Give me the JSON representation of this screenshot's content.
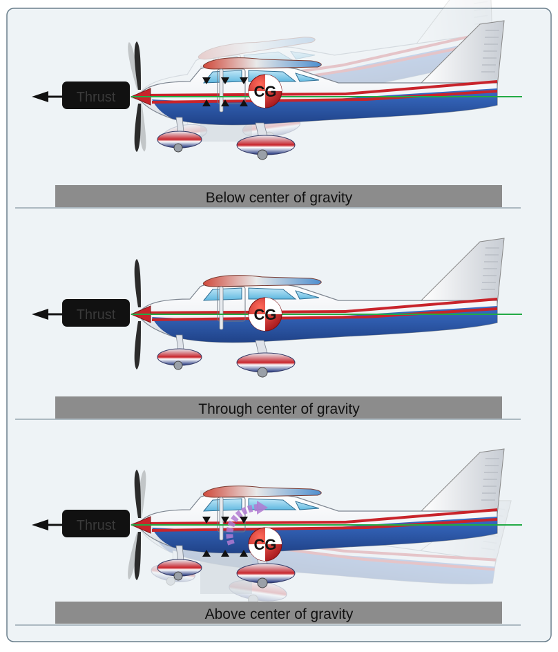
{
  "colors": {
    "panel_bg": "#eef3f6",
    "panel_border": "#6a7f8c",
    "caption_bar": "#8c8c8c",
    "thrust_box": "#111111",
    "thrust_line": "#22aa44",
    "fuselage_blue": "#1f4fa3",
    "stripe_red": "#c8242b",
    "cg_red": "#d22a2a"
  },
  "panels": [
    {
      "key": "below",
      "caption": "Below center of gravity",
      "thrust_label": "Thrust",
      "cg_label": "CG"
    },
    {
      "key": "through",
      "caption": "Through center of gravity",
      "thrust_label": "Thrust",
      "cg_label": "CG"
    },
    {
      "key": "above",
      "caption": "Above center of gravity",
      "thrust_label": "Thrust",
      "cg_label": "CG"
    }
  ]
}
